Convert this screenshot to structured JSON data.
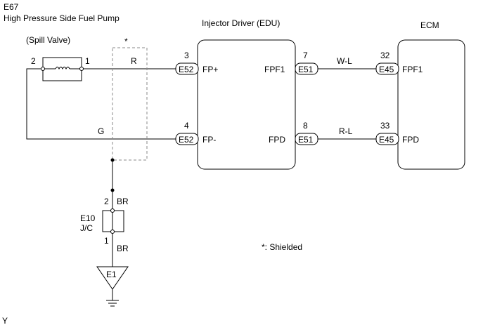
{
  "component": {
    "code": "E67",
    "name": "High Pressure Side Fuel Pump",
    "sub_part": "(Spill Valve)",
    "pin_left": "2",
    "pin_right": "1"
  },
  "shield": {
    "marker": "*",
    "note": "*: Shielded"
  },
  "edu": {
    "title": "Injector Driver (EDU)",
    "in_pins": [
      {
        "pin": "3",
        "connector": "E52",
        "label": "FP+"
      },
      {
        "pin": "4",
        "connector": "E52",
        "label": "FP-"
      }
    ],
    "out_pins": [
      {
        "pin": "7",
        "connector": "E51",
        "label": "FPF1"
      },
      {
        "pin": "8",
        "connector": "E51",
        "label": "FPD"
      }
    ]
  },
  "ecm": {
    "title": "ECM",
    "pins": [
      {
        "pin": "32",
        "connector": "E45",
        "label": "FPF1"
      },
      {
        "pin": "33",
        "connector": "E45",
        "label": "FPD"
      }
    ]
  },
  "wires": {
    "fp_plus": "R",
    "fp_minus": "G",
    "fpf1": "W-L",
    "fpd": "R-L",
    "ground_upper": "BR",
    "ground_lower": "BR"
  },
  "jc": {
    "code": "E10",
    "type": "J/C",
    "pin_top": "2",
    "pin_bottom": "1"
  },
  "ground": {
    "label": "E1"
  },
  "corner_mark": "Y"
}
